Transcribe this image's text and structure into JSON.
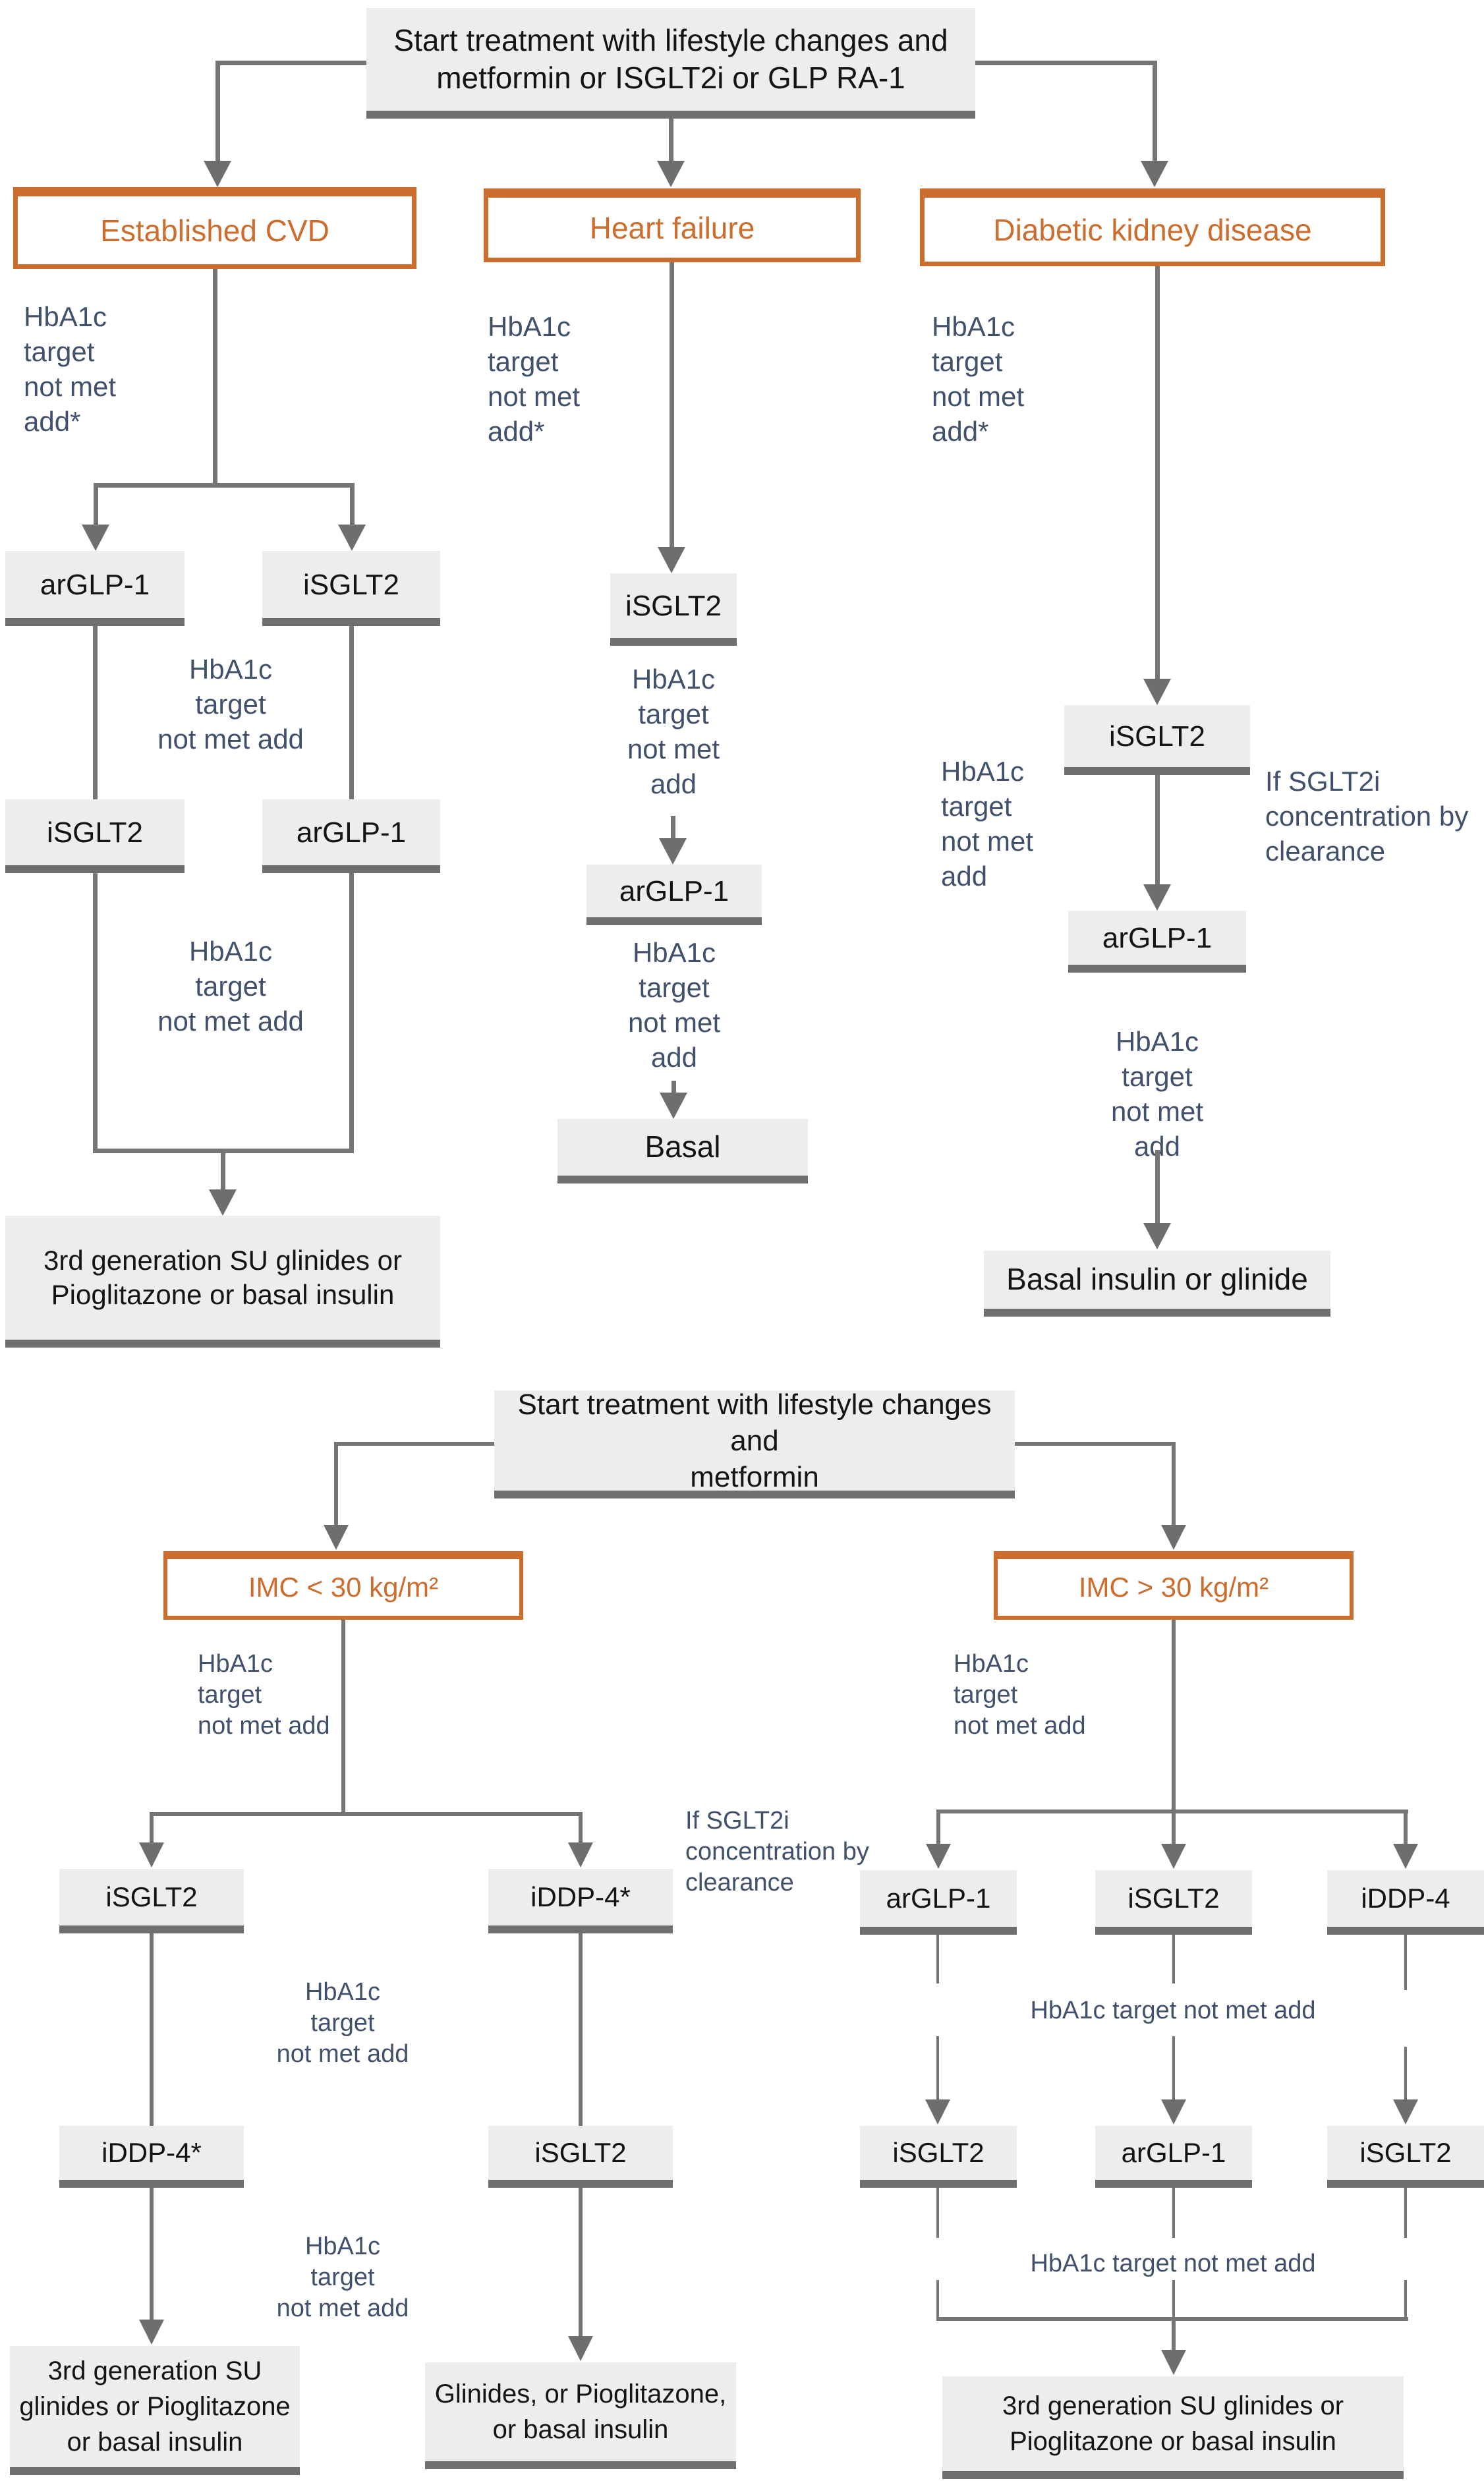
{
  "colors": {
    "accent_orange": "#cc6d2d",
    "connector_gray": "#757575",
    "arrow_gray": "#6e6e6e",
    "node_fill": "#ededed",
    "node_edge": "#6f6f6f",
    "label_blue": "#41506b",
    "node_text": "#141414"
  },
  "chart1": {
    "start": {
      "line1": "Start treatment with lifestyle changes and",
      "line2": "metformin or ISGLT2i or GLP RA-1"
    },
    "cvd": {
      "header": "Established CVD",
      "label1": [
        "HbA1c",
        "target",
        "not met",
        "add*"
      ],
      "row1": [
        "arGLP-1",
        "iSGLT2"
      ],
      "label2": [
        "HbA1c",
        "target",
        "not met add"
      ],
      "row2": [
        "iSGLT2",
        "arGLP-1"
      ],
      "label3": [
        "HbA1c",
        "target",
        "not met add"
      ],
      "final": [
        "3rd generation SU glinides or",
        "Pioglitazone or basal insulin"
      ]
    },
    "hf": {
      "header": "Heart failure",
      "label1": [
        "HbA1c",
        "target",
        "not met",
        "add*"
      ],
      "step1": "iSGLT2",
      "label2": [
        "HbA1c",
        "target",
        "not met",
        "add"
      ],
      "step2": "arGLP-1",
      "label3": [
        "HbA1c",
        "target",
        "not met",
        "add"
      ],
      "final": "Basal"
    },
    "dkd": {
      "header": "Diabetic kidney disease",
      "label1": [
        "HbA1c",
        "target",
        "not met",
        "add*"
      ],
      "step1": "iSGLT2",
      "label2": [
        "HbA1c",
        "target",
        "not met",
        "add"
      ],
      "note": [
        "If SGLT2i",
        "concentration by",
        "clearance"
      ],
      "step2": "arGLP-1",
      "label3": [
        "HbA1c",
        "target",
        "not met",
        "add"
      ],
      "final": "Basal insulin or glinide"
    }
  },
  "chart2": {
    "start": {
      "line1": "Start treatment with lifestyle changes and",
      "line2": "metformin"
    },
    "low_bmi": {
      "header": "IMC < 30 kg/m²",
      "label1": [
        "HbA1c",
        "target",
        "not met add"
      ],
      "row1": [
        "iSGLT2",
        "iDDP-4*"
      ],
      "label2": [
        "HbA1c",
        "target",
        "not met add"
      ],
      "row2": [
        "iDDP-4*",
        "iSGLT2"
      ],
      "label3": [
        "HbA1c",
        "target",
        "not met add"
      ],
      "final1": [
        "3rd generation SU",
        "glinides or Pioglitazone",
        "or basal insulin"
      ],
      "final2": [
        "Glinides, or Pioglitazone,",
        "or basal insulin"
      ]
    },
    "high_bmi": {
      "header": "IMC > 30 kg/m²",
      "label1": [
        "HbA1c",
        "target",
        "not met add"
      ],
      "note": [
        "If SGLT2i",
        "concentration by",
        "clearance"
      ],
      "row1": [
        "arGLP-1",
        "iSGLT2",
        "iDDP-4"
      ],
      "label2": "HbA1c target not met add",
      "row2": [
        "iSGLT2",
        "arGLP-1",
        "iSGLT2"
      ],
      "label3": "HbA1c target not met add",
      "final": [
        "3rd generation SU glinides or",
        "Pioglitazone or basal insulin"
      ]
    }
  }
}
